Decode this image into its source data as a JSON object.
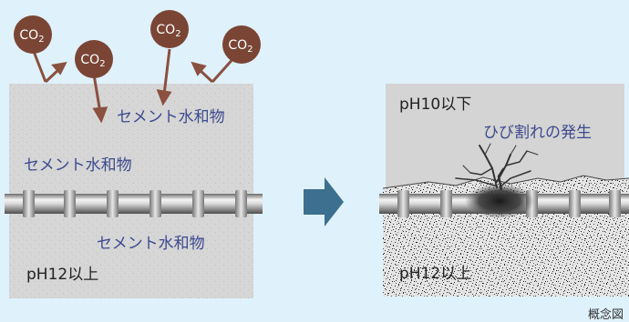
{
  "co2": {
    "label": "CO",
    "subscript": "2"
  },
  "left_panel": {
    "label_top": "セメント水和物",
    "label_middle": "セメント水和物",
    "label_bottom": "セメント水和物",
    "ph_label": "pH12以上"
  },
  "right_panel": {
    "ph_top": "pH10以下",
    "crack_label": "ひび割れの発生",
    "ph_bottom": "pH12以上"
  },
  "caption": "概念図",
  "colors": {
    "background": "#dff1fb",
    "concrete": "#d4d4d4",
    "co2_bubble": "#7a4535",
    "arrow": "#8a5040",
    "label_blue": "#3e4a8e",
    "transition_arrow": "#3d6f8f"
  }
}
